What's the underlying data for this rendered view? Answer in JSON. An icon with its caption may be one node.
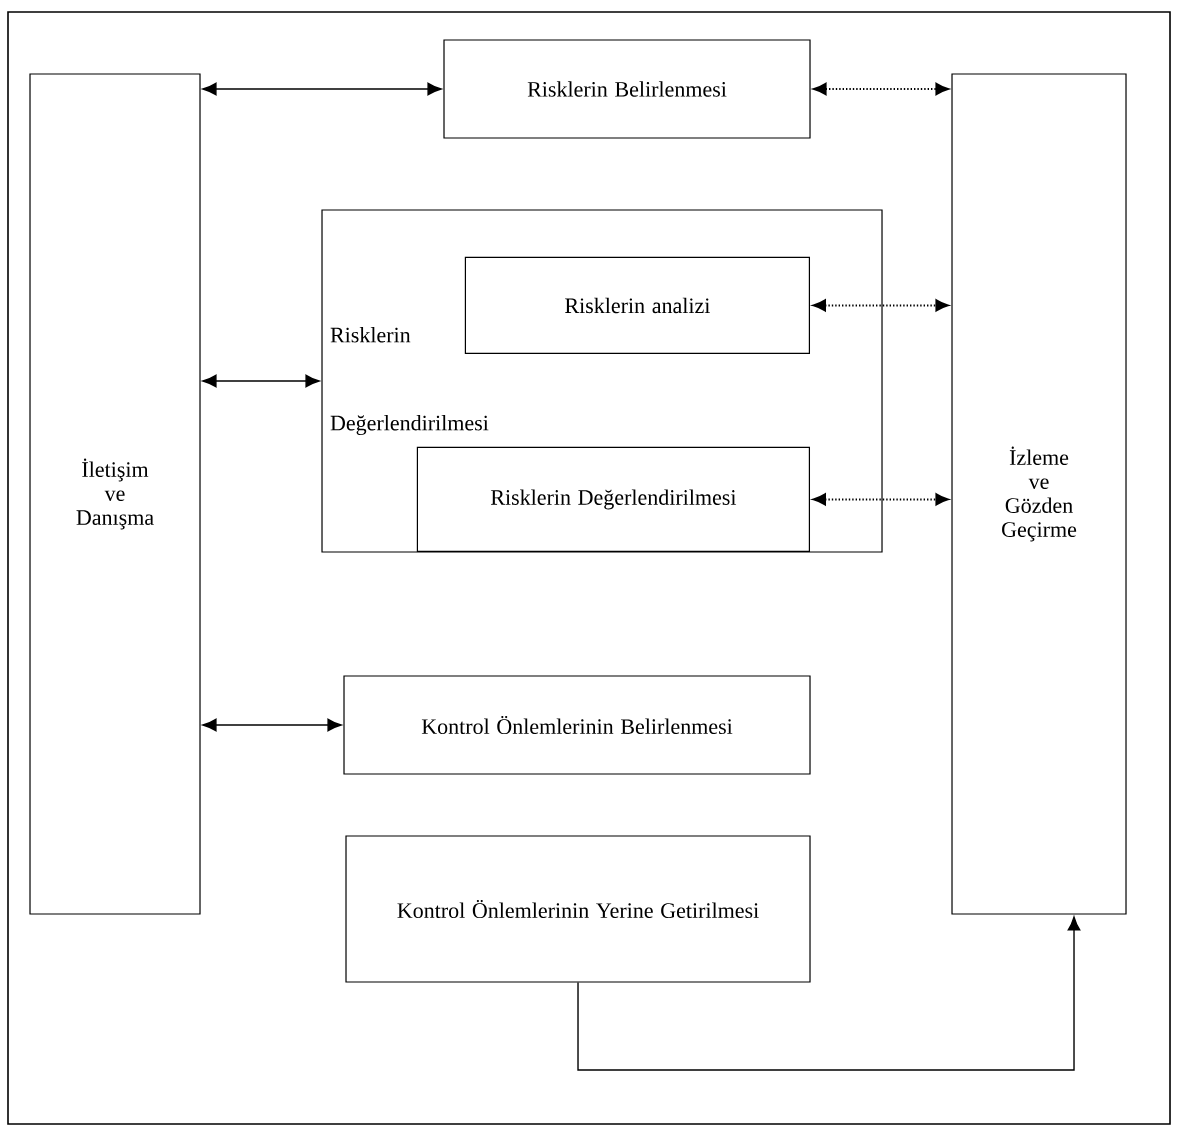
{
  "diagram": {
    "nodes": [
      {
        "text": [
          "İletişim ve Danışma"
        ]
      },
      {
        "text": [
          "Risklerin Belirlenmesi"
        ]
      },
      {
        "text": [
          "Risklerin Değerlendirilmesi"
        ]
      },
      {
        "text": [
          "Risklerin analizi"
        ],
        "in": 2
      },
      {
        "text": [
          "Risklerin Değerlendirilmesi"
        ],
        "in": 2
      },
      {
        "text": [
          "Kontrol Önlemlerinin Belirlenmesi"
        ]
      },
      {
        "text": [
          "Kontrol Önlemlerinin Yerine Getirilmesi"
        ]
      },
      {
        "text": [
          "İzleme ve Gözden Geçirme"
        ]
      }
    ],
    "edges": [
      {
        "from": 0,
        "to": 1,
        "arrow": "both"
      },
      {
        "from": 0,
        "to": 2,
        "arrow": "both"
      },
      {
        "from": 0,
        "to": 5,
        "arrow": "both"
      },
      {
        "from": 1,
        "to": 7,
        "arrow": "both",
        "style": "dashed"
      },
      {
        "from": 3,
        "to": 7,
        "arrow": "both",
        "style": "dashed"
      },
      {
        "from": 4,
        "to": 7,
        "arrow": "both",
        "style": "dashed"
      },
      {
        "from": 6,
        "to": 7,
        "arrow": "to"
      }
    ]
  }
}
